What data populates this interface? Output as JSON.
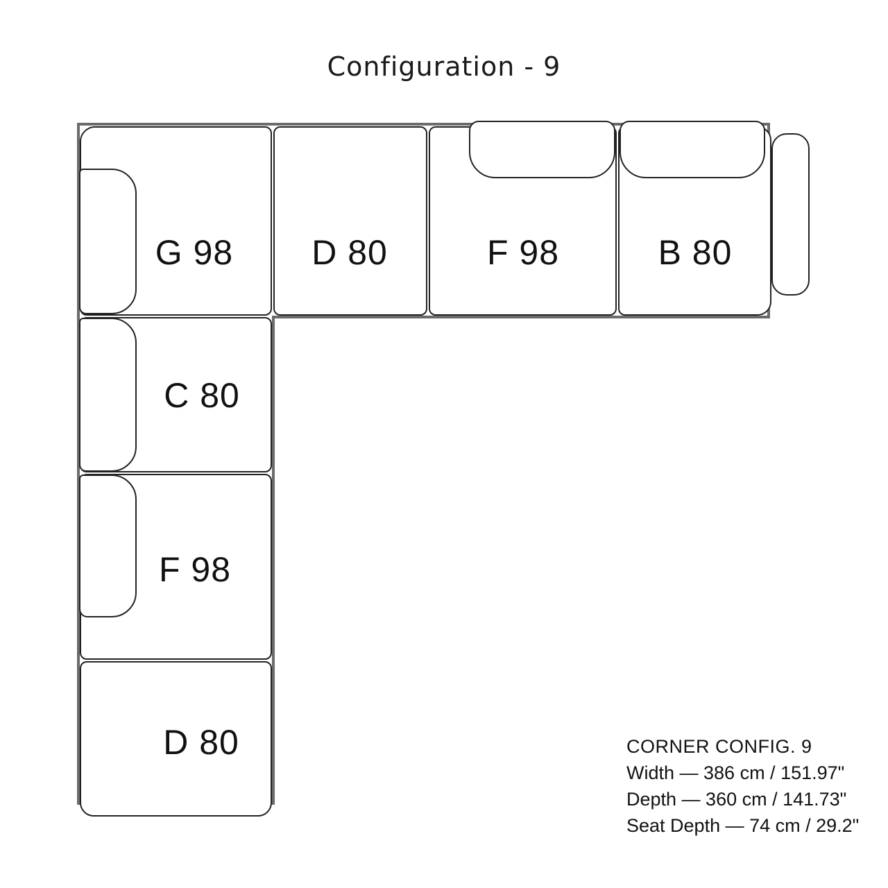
{
  "title": "Configuration - 9",
  "modules": {
    "top_row": [
      {
        "label": "G 98"
      },
      {
        "label": "D 80"
      },
      {
        "label": "F 98"
      },
      {
        "label": "B 80"
      }
    ],
    "left_column": [
      {
        "label": "C 80"
      },
      {
        "label": "F 98"
      },
      {
        "label": "D 80"
      }
    ]
  },
  "specs": {
    "heading": "CORNER CONFIG. 9",
    "lines": [
      "Width — 386 cm / 151.97\"",
      "Depth — 360 cm / 141.73\"",
      "Seat Depth — 74 cm / 29.2\""
    ]
  },
  "colors": {
    "module_outline": "#222222",
    "base_outline": "#6b6b6b",
    "fill": "#ffffff",
    "text": "#111111"
  }
}
